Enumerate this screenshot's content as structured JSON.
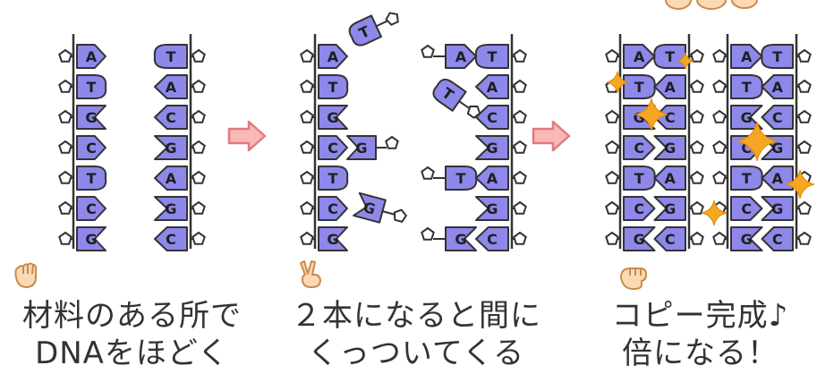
{
  "colors": {
    "base_fill": "#8d88ea",
    "outline": "#333333",
    "arrow_fill": "#f9b7b7",
    "arrow_stroke": "#e07c7c",
    "sparkle": "#f5a623",
    "skin": "#fcd9b3",
    "skin_stroke": "#c98a4e"
  },
  "arrows": [
    "right-arrow",
    "right-arrow"
  ],
  "panels": [
    {
      "hand_icon": "waving-hand-icon",
      "caption_line1": "材料のある所で",
      "caption_line2": "DNAをほどく",
      "left_strand": [
        "A",
        "T",
        "G",
        "C",
        "T",
        "C",
        "G"
      ],
      "right_strand": [
        "T",
        "A",
        "C",
        "G",
        "A",
        "G",
        "C"
      ]
    },
    {
      "hand_icon": "peace-sign-hand-icon",
      "caption_line1": "２本になると間に",
      "caption_line2": "くっついてくる",
      "left_strand": [
        "A",
        "T",
        "G",
        "C",
        "T",
        "C",
        "G"
      ],
      "left_attached": [
        "",
        "",
        "",
        "G",
        "",
        "",
        ""
      ],
      "incoming_left": [
        "T",
        "G"
      ],
      "right_strand": [
        "T",
        "A",
        "C",
        "G",
        "A",
        "G",
        "C"
      ],
      "right_attached": [
        "A",
        "",
        "",
        "",
        "T",
        "",
        "G"
      ],
      "incoming_right": [
        "T"
      ]
    },
    {
      "hand_icon": "fist-hand-icon",
      "caption_line1": "コピー完成♪",
      "caption_line2": "倍になる！",
      "left_pairs": [
        [
          "A",
          "T"
        ],
        [
          "T",
          "A"
        ],
        [
          "G",
          "C"
        ],
        [
          "C",
          "G"
        ],
        [
          "T",
          "A"
        ],
        [
          "C",
          "G"
        ],
        [
          "G",
          "C"
        ]
      ],
      "right_pairs": [
        [
          "A",
          "T"
        ],
        [
          "T",
          "A"
        ],
        [
          "G",
          "C"
        ],
        [
          "C",
          "G"
        ],
        [
          "T",
          "A"
        ],
        [
          "C",
          "G"
        ],
        [
          "G",
          "C"
        ]
      ],
      "sparkles": [
        "sparkle-icon",
        "sparkle-icon",
        "sparkle-icon",
        "sparkle-icon",
        "sparkle-icon",
        "sparkle-icon"
      ]
    }
  ]
}
